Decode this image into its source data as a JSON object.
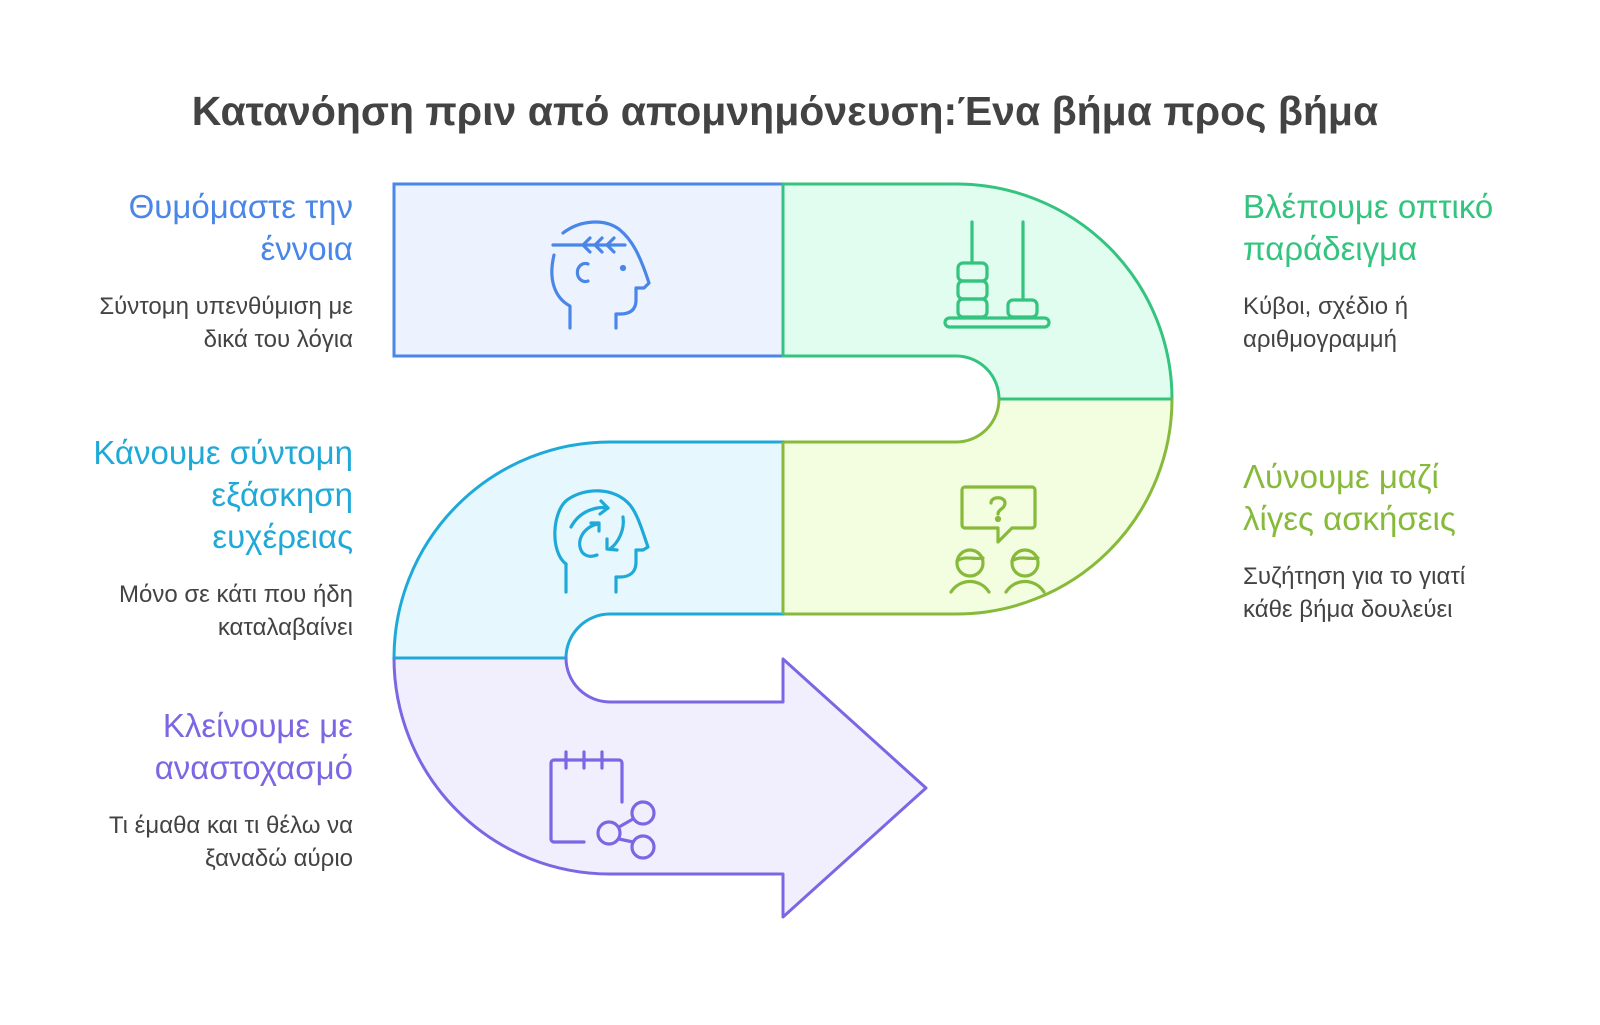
{
  "title": "Κατανόηση πριν από απομνημόνευση:Ένα βήμα προς βήμα",
  "colors": {
    "step1": "#4a86e8",
    "step1_fill": "#ecf3fe",
    "step2": "#34c47f",
    "step2_fill": "#e1fdef",
    "step3": "#87ba3a",
    "step3_fill": "#f3fde0",
    "step4": "#1ea9d8",
    "step4_fill": "#e6f7fe",
    "step5": "#7c66e3",
    "step5_fill": "#f1effe",
    "text": "#434343"
  },
  "steps": [
    {
      "heading_line1": "Θυμόμαστε την",
      "heading_line2": "έννοια",
      "desc_line1": "Σύντομη υπενθύμιση με",
      "desc_line2": "δικά του λόγια",
      "icon": "head-with-arrow-icon"
    },
    {
      "heading_line1": "Βλέπουμε οπτικό",
      "heading_line2": "παράδειγμα",
      "desc_line1": "Κύβοι, σχέδιο ή",
      "desc_line2": "αριθμογραμμή",
      "icon": "abacus-icon"
    },
    {
      "heading_line1": "Λύνουμε μαζί",
      "heading_line2": "λίγες ασκήσεις",
      "desc_line1": "Συζήτηση για το γιατί",
      "desc_line2": "κάθε βήμα δουλεύει",
      "icon": "discussion-question-icon"
    },
    {
      "heading_line1": "Κάνουμε σύντομη",
      "heading_line2": "εξάσκηση",
      "heading_line3": "ευχέρειας",
      "desc_line1": "Μόνο σε κάτι που ήδη",
      "desc_line2": "καταλαβαίνει",
      "icon": "head-with-cycle-arrows-icon"
    },
    {
      "heading_line1": "Κλείνουμε με",
      "heading_line2": "αναστοχασμό",
      "desc_line1": "Τι έμαθα και τι θέλω να",
      "desc_line2": "ξαναδώ αύριο",
      "icon": "notepad-share-icon"
    }
  ]
}
